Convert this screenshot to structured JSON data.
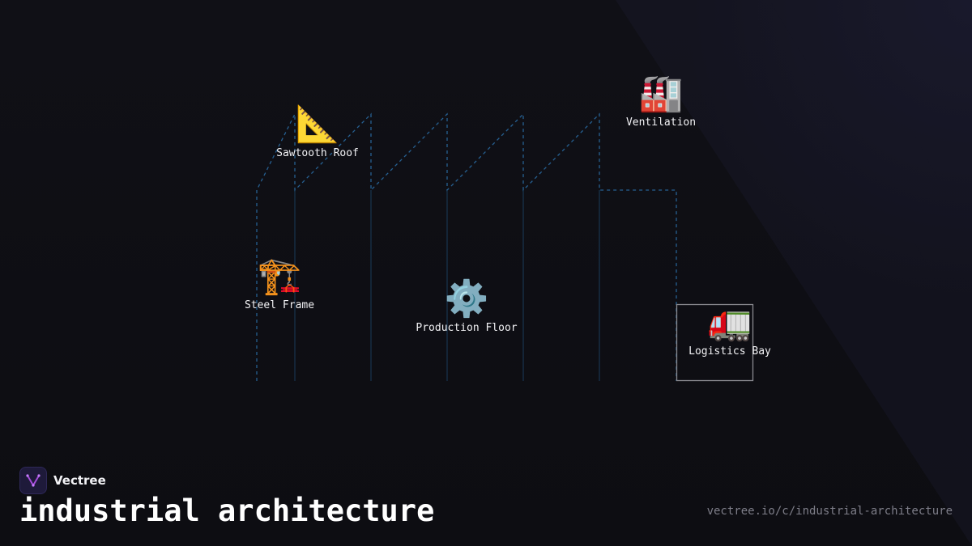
{
  "nodes": {
    "sawtooth_roof": {
      "icon": "triangular-ruler",
      "emoji": "📐",
      "label": "Sawtooth Roof"
    },
    "ventilation": {
      "icon": "factory",
      "emoji": "🏭",
      "label": "Ventilation"
    },
    "steel_frame": {
      "icon": "building-construction",
      "emoji": "🏗️",
      "label": "Steel Frame"
    },
    "production_floor": {
      "icon": "gear",
      "emoji": "⚙️",
      "label": "Production Floor"
    },
    "logistics_bay": {
      "icon": "truck",
      "emoji": "🚛",
      "label": "Logistics Bay"
    }
  },
  "footer": {
    "brand_name": "Vectree",
    "title": "industrial architecture",
    "url": "vectree.io/c/industrial-architecture"
  },
  "colors": {
    "background": "#0f0f14",
    "outline": "#2a6fa8",
    "bay_box": "#8a8a90",
    "brand_accent": "#a44bd8"
  }
}
